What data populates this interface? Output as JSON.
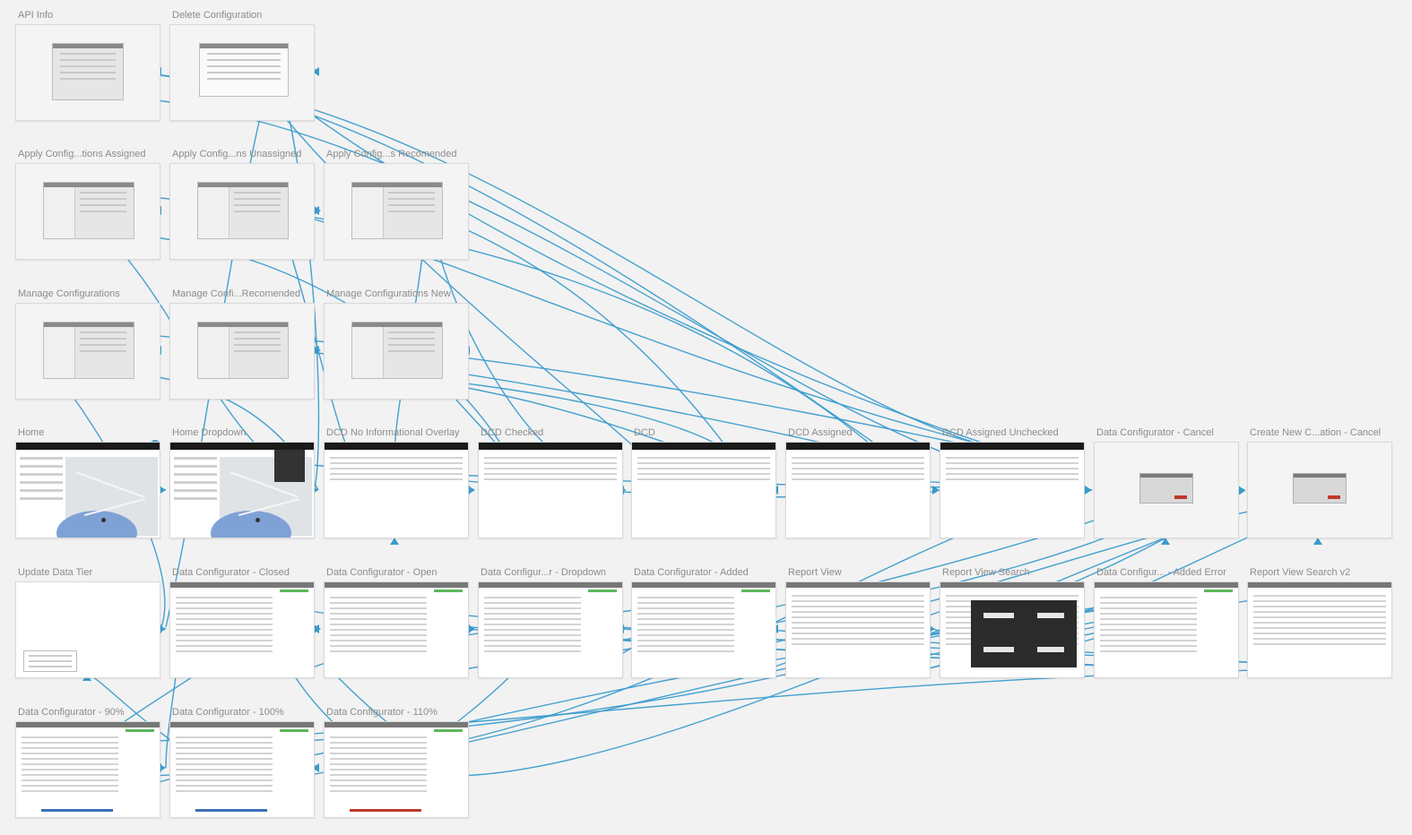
{
  "colors": {
    "background": "#f2f2f2",
    "link": "#3a9ccd",
    "artboard": "#f4f4f4",
    "title": "#8c8c8c"
  },
  "artboards": [
    {
      "id": "api-info",
      "title": "API Info",
      "variant": "dialog"
    },
    {
      "id": "delete-config",
      "title": "Delete Configuration",
      "variant": "table"
    },
    {
      "id": "apply-assigned",
      "title": "Apply Config...tions Assigned",
      "variant": "split"
    },
    {
      "id": "apply-unassigned",
      "title": "Apply Config...ns Unassigned",
      "variant": "split"
    },
    {
      "id": "apply-recommended",
      "title": "Apply Config...s Recomended",
      "variant": "split"
    },
    {
      "id": "manage-configs",
      "title": "Manage Configurations",
      "variant": "split"
    },
    {
      "id": "manage-recommended",
      "title": "Manage Confi...Recomended",
      "variant": "split"
    },
    {
      "id": "manage-new",
      "title": "Manage Configurations New",
      "variant": "split"
    },
    {
      "id": "home",
      "title": "Home",
      "variant": "map"
    },
    {
      "id": "home-dropdown",
      "title": "Home Dropdown",
      "variant": "map-dropdown"
    },
    {
      "id": "dcd-no-overlay",
      "title": "DCD No Informational Overlay",
      "variant": "dcd"
    },
    {
      "id": "dcd-checked",
      "title": "DCD Checked",
      "variant": "dcd"
    },
    {
      "id": "dcd",
      "title": "DCD",
      "variant": "dcd"
    },
    {
      "id": "dcd-assigned",
      "title": "DCD Assigned",
      "variant": "dcd"
    },
    {
      "id": "dcd-assigned-unchecked",
      "title": "DCD Assigned Unchecked",
      "variant": "dcd"
    },
    {
      "id": "dc-cancel",
      "title": "Data Configurator - Cancel",
      "variant": "small-modal"
    },
    {
      "id": "create-new-cancel",
      "title": "Create New C...ation - Cancel",
      "variant": "small-modal"
    },
    {
      "id": "update-data-tier",
      "title": "Update Data Tier",
      "variant": "note"
    },
    {
      "id": "dc-closed",
      "title": "Data Configurator - Closed",
      "variant": "configurator"
    },
    {
      "id": "dc-open",
      "title": "Data Configurator - Open",
      "variant": "configurator"
    },
    {
      "id": "dc-dropdown",
      "title": "Data Configur...r - Dropdown",
      "variant": "configurator"
    },
    {
      "id": "dc-added",
      "title": "Data Configurator - Added",
      "variant": "configurator"
    },
    {
      "id": "report-view",
      "title": "Report View",
      "variant": "report"
    },
    {
      "id": "report-view-search",
      "title": "Report View Search",
      "variant": "report-dark"
    },
    {
      "id": "dc-added-error",
      "title": "Data Configur... - Added Error",
      "variant": "configurator"
    },
    {
      "id": "report-view-search-v2",
      "title": "Report View Search v2",
      "variant": "report"
    },
    {
      "id": "dc-90",
      "title": "Data Configurator - 90%",
      "variant": "configurator-blue"
    },
    {
      "id": "dc-100",
      "title": "Data Configurator - 100%",
      "variant": "configurator-blue"
    },
    {
      "id": "dc-110",
      "title": "Data Configurator - 110%",
      "variant": "configurator-red"
    }
  ]
}
